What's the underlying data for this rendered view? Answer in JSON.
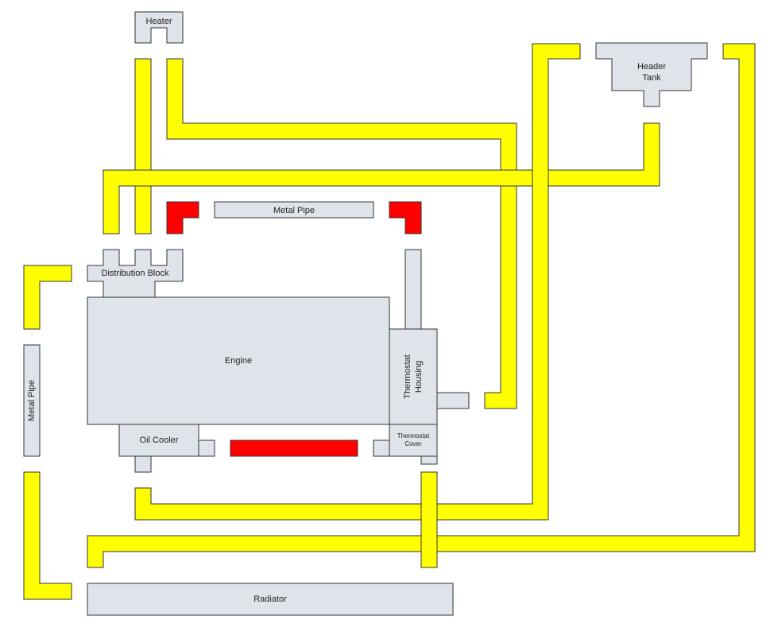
{
  "labels": {
    "heater": "Heater",
    "header_tank_line1": "Header",
    "header_tank_line2": "Tank",
    "metal_pipe_top": "Metal Pipe",
    "distribution_block": "Distribution Block",
    "engine": "Engine",
    "thermostat_housing_line1": "Thermostat",
    "thermostat_housing_line2": "Housing",
    "thermostat_cover_line1": "Thermostat",
    "thermostat_cover_line2": "Cover",
    "oil_cooler": "Oil Cooler",
    "metal_pipe_left": "Metal Pipe",
    "radiator": "Radiator"
  },
  "colors": {
    "hose": "#ffff00",
    "metal_pipe_hot": "#ff0000",
    "component": "#dfe3ea",
    "outline": "#333333"
  }
}
